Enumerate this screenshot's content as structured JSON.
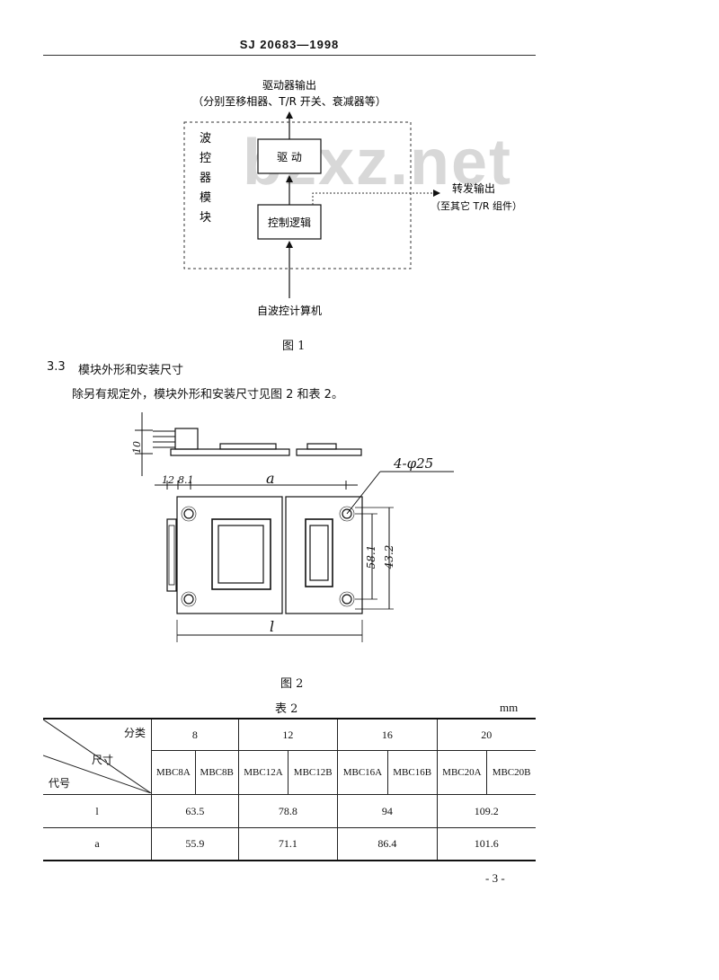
{
  "header": {
    "doc_number": "SJ 20683—1998"
  },
  "watermark": "bzxz.net",
  "figure1": {
    "output_title": "驱动器输出",
    "output_note": "（分别至移相器、T/R 开关、衰减器等）",
    "module_label": "波控器模块",
    "drive_block": "驱 动",
    "logic_block": "控制逻辑",
    "forward_output": "转发输出",
    "forward_note": "（至其它 T/R 组件）",
    "input_label": "自波控计算机",
    "caption": "图 1"
  },
  "section": {
    "number": "3.3",
    "title": "模块外形和安装尺寸",
    "body": "除另有规定外，模块外形和安装尺寸见图 2 和表 2。"
  },
  "figure2": {
    "dim_height": "10",
    "dim_12": "12",
    "dim_81": "8.1",
    "dim_a": "a",
    "hole_note": "4-φ25",
    "dim_581": "58.1",
    "dim_432": "43.2",
    "dim_l": "l",
    "caption": "图 2"
  },
  "table2": {
    "title": "表 2",
    "unit": "mm",
    "corner": {
      "category": "分类",
      "dimension": "尺寸",
      "code": "代号"
    },
    "groups": [
      "8",
      "12",
      "16",
      "20"
    ],
    "models": [
      "MBC8A",
      "MBC8B",
      "MBC12A",
      "MBC12B",
      "MBC16A",
      "MBC16B",
      "MBC20A",
      "MBC20B"
    ],
    "rows": [
      {
        "code": "l",
        "values": [
          "63.5",
          "78.8",
          "94",
          "109.2"
        ]
      },
      {
        "code": "a",
        "values": [
          "55.9",
          "71.1",
          "86.4",
          "101.6"
        ]
      }
    ]
  },
  "page_number": "- 3 -"
}
